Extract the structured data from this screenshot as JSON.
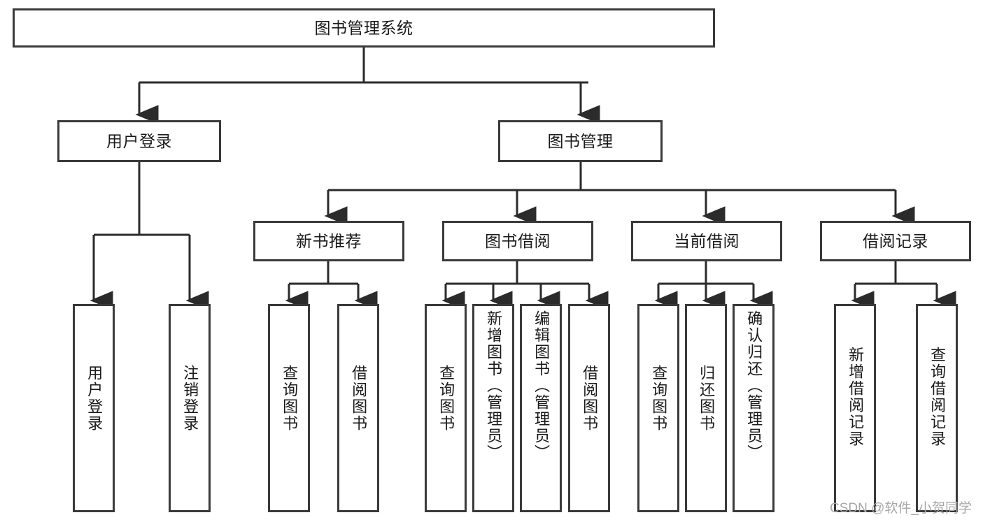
{
  "diagram": {
    "type": "tree-hierarchy-chart",
    "title": "图书管理系统",
    "orientation": "top-down",
    "colors": {
      "background": "#ffffff",
      "node_border": "#3a3a3a",
      "node_fill": "#ffffff",
      "edge": "#2b2b2b",
      "text": "#1a1a1a",
      "watermark": "#a8a8a8"
    },
    "root": {
      "id": "root",
      "label": "图书管理系统",
      "level": 1
    },
    "level2": [
      {
        "id": "user-login",
        "label": "用户登录",
        "level": 2
      },
      {
        "id": "book-manage",
        "label": "图书管理",
        "level": 2
      }
    ],
    "level3": [
      {
        "id": "new-book-recommend",
        "label": "新书推荐",
        "level": 3,
        "parent": "book-manage"
      },
      {
        "id": "book-borrow",
        "label": "图书借阅",
        "level": 3,
        "parent": "book-manage"
      },
      {
        "id": "current-borrow",
        "label": "当前借阅",
        "level": 3,
        "parent": "book-manage"
      },
      {
        "id": "borrow-record",
        "label": "借阅记录",
        "level": 3,
        "parent": "book-manage"
      }
    ],
    "leaves": [
      {
        "id": "leaf-user-login",
        "label": "用户登录",
        "parent": "user-login"
      },
      {
        "id": "leaf-logout",
        "label": "注销登录",
        "parent": "user-login"
      },
      {
        "id": "leaf-query-book-1",
        "label": "查询图书",
        "parent": "new-book-recommend"
      },
      {
        "id": "leaf-borrow-book-1",
        "label": "借阅图书",
        "parent": "new-book-recommend"
      },
      {
        "id": "leaf-query-book-2",
        "label": "查询图书",
        "parent": "book-borrow"
      },
      {
        "id": "leaf-add-book",
        "label": "新增图书（管理员）",
        "parent": "book-borrow"
      },
      {
        "id": "leaf-edit-book",
        "label": "编辑图书（管理员）",
        "parent": "book-borrow"
      },
      {
        "id": "leaf-borrow-book-2",
        "label": "借阅图书",
        "parent": "book-borrow"
      },
      {
        "id": "leaf-query-book-3",
        "label": "查询图书",
        "parent": "current-borrow"
      },
      {
        "id": "leaf-return-book",
        "label": "归还图书",
        "parent": "current-borrow"
      },
      {
        "id": "leaf-confirm-return",
        "label": "确认归还（管理员）",
        "parent": "current-borrow"
      },
      {
        "id": "leaf-add-record",
        "label": "新增借阅记录",
        "parent": "borrow-record"
      },
      {
        "id": "leaf-query-record",
        "label": "查询借阅记录",
        "parent": "borrow-record"
      }
    ]
  },
  "watermark": {
    "text": "CSDN @软件_小贺同学"
  }
}
